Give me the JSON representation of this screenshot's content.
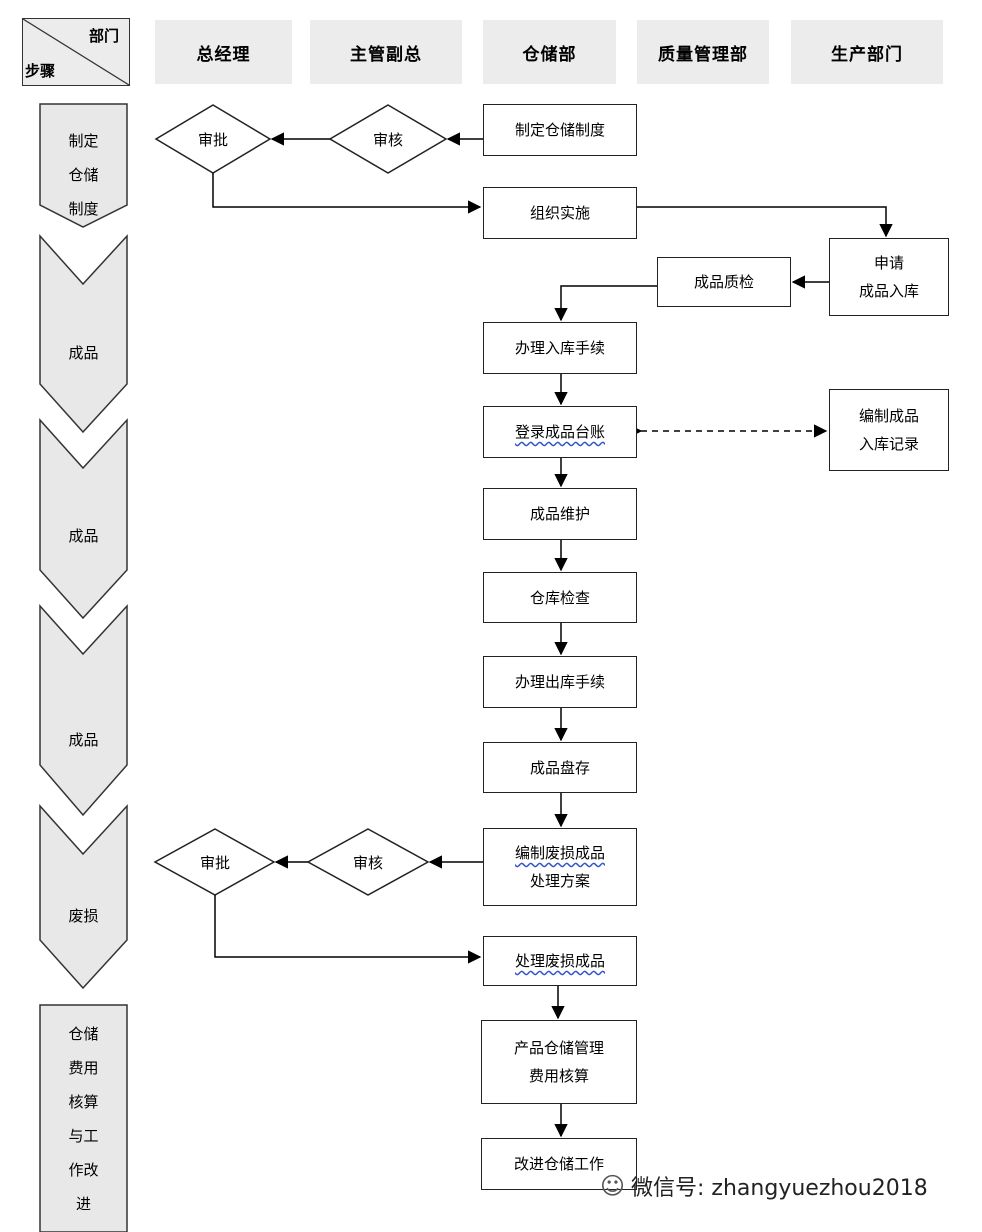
{
  "header": {
    "corner_dept": "部门",
    "corner_step": "步骤",
    "departments": [
      "总经理",
      "主管副总",
      "仓储部",
      "质量管理部",
      "生产部门"
    ]
  },
  "steps": [
    [
      "制定",
      "仓储",
      "制度"
    ],
    [
      "成品"
    ],
    [
      "成品"
    ],
    [
      "成品"
    ],
    [
      "废损"
    ],
    [
      "仓储",
      "费用",
      "核算",
      "与工",
      "作改",
      "进"
    ]
  ],
  "nodes": {
    "make_policy": "制定仓储制度",
    "review1": "审核",
    "approve1": "审批",
    "organize": "组织实施",
    "apply_line1": "申请",
    "apply_line2": "成品入库",
    "quality_check": "成品质检",
    "inbound": "办理入库手续",
    "ledger": "登录成品台账",
    "record_line1": "编制成品",
    "record_line2": "入库记录",
    "maintain": "成品维护",
    "inspect": "仓库检查",
    "outbound": "办理出库手续",
    "stocktake": "成品盘存",
    "scrap_plan_line1": "编制废损成品",
    "scrap_plan_line2": "处理方案",
    "review2": "审核",
    "approve2": "审批",
    "scrap_handle": "处理废损成品",
    "cost_line1": "产品仓储管理",
    "cost_line2": "费用核算",
    "improve": "改进仓储工作"
  },
  "watermark": {
    "icon": "wechat-icon",
    "text": "微信号: zhangyuezhou2018"
  }
}
